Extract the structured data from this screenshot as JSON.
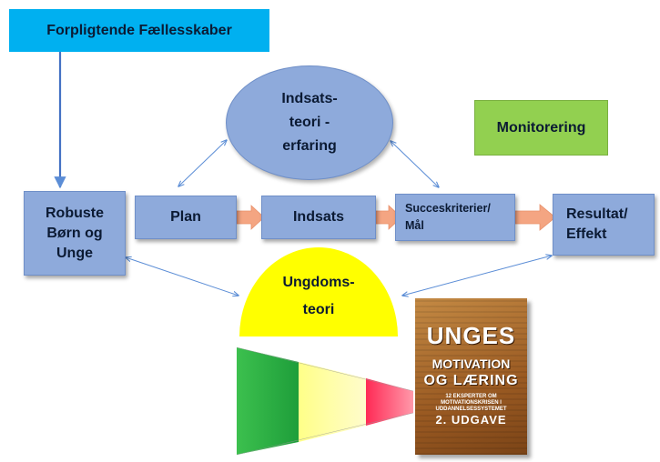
{
  "title_box": "Forpligtende Fællesskaber",
  "robuste": [
    "Robuste",
    "Børn og",
    "Unge"
  ],
  "plan": "Plan",
  "indsats": "Indsats",
  "succes": [
    "Succeskriterier/",
    "Mål"
  ],
  "resultat": [
    "Resultat/",
    "Effekt"
  ],
  "monitorering": "Monitorering",
  "indsatsteori": [
    "Indsats-",
    "teori -",
    "erfaring"
  ],
  "ungdomsteori": [
    "Ungdoms-",
    "teori"
  ],
  "book": {
    "title": "UNGES",
    "line2": "MOTIVATION",
    "line3": "OG LÆRING",
    "subtitle": "12 EKSPERTER OM MOTIVATIONSKRISEN I UDDANNELSESSYSTEMET",
    "edition": "2. UDGAVE"
  },
  "colors": {
    "box_blue": "#8eaadb",
    "title_cyan": "#00b0f0",
    "monitor_green": "#92d050",
    "dome_yellow": "#ffff00",
    "arrow_orange": "#f4a582",
    "connector_blue": "#5b8dd6",
    "funnel_green": "#2db34a",
    "funnel_yellow": "#ffffaa",
    "funnel_red": "#ff3355"
  }
}
